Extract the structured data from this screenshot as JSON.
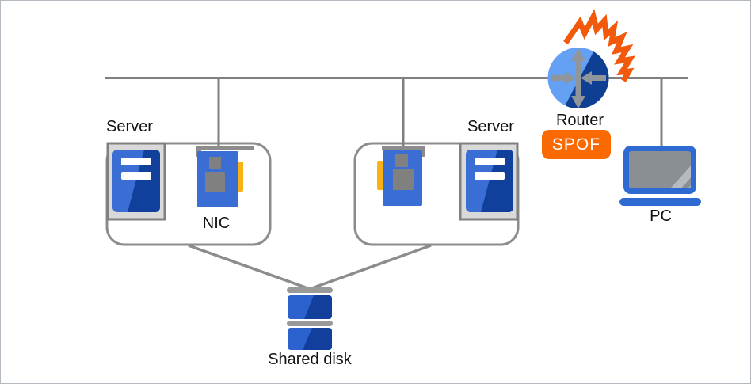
{
  "diagram": {
    "type": "network-topology-diagram",
    "labels": {
      "server_left": "Server",
      "server_right": "Server",
      "nic": "NIC",
      "router": "Router",
      "spof_badge": "SPOF",
      "pc": "PC",
      "shared_disk": "Shared disk"
    },
    "icons": {
      "server": "server-tower-icon",
      "nic": "network-interface-card-icon",
      "router": "router-arrows-icon",
      "failure": "explosion-spark-icon",
      "pc": "laptop-icon",
      "shared_disk": "disk-stack-icon"
    },
    "colors": {
      "line_gray": "#808080",
      "box_border_gray": "#8c8c8c",
      "icon_blue": "#3a6ed4",
      "icon_blue_dark": "#10409c",
      "router_light_blue": "#64a0f4",
      "router_dark_blue": "#0f3f92",
      "nic_tab_yellow": "#f9b213",
      "alert_orange": "#f2590b",
      "spof_badge_orange": "#fb6a02",
      "laptop_blue": "#2f6ad3",
      "server_body_gray": "#d9d9d9"
    }
  }
}
